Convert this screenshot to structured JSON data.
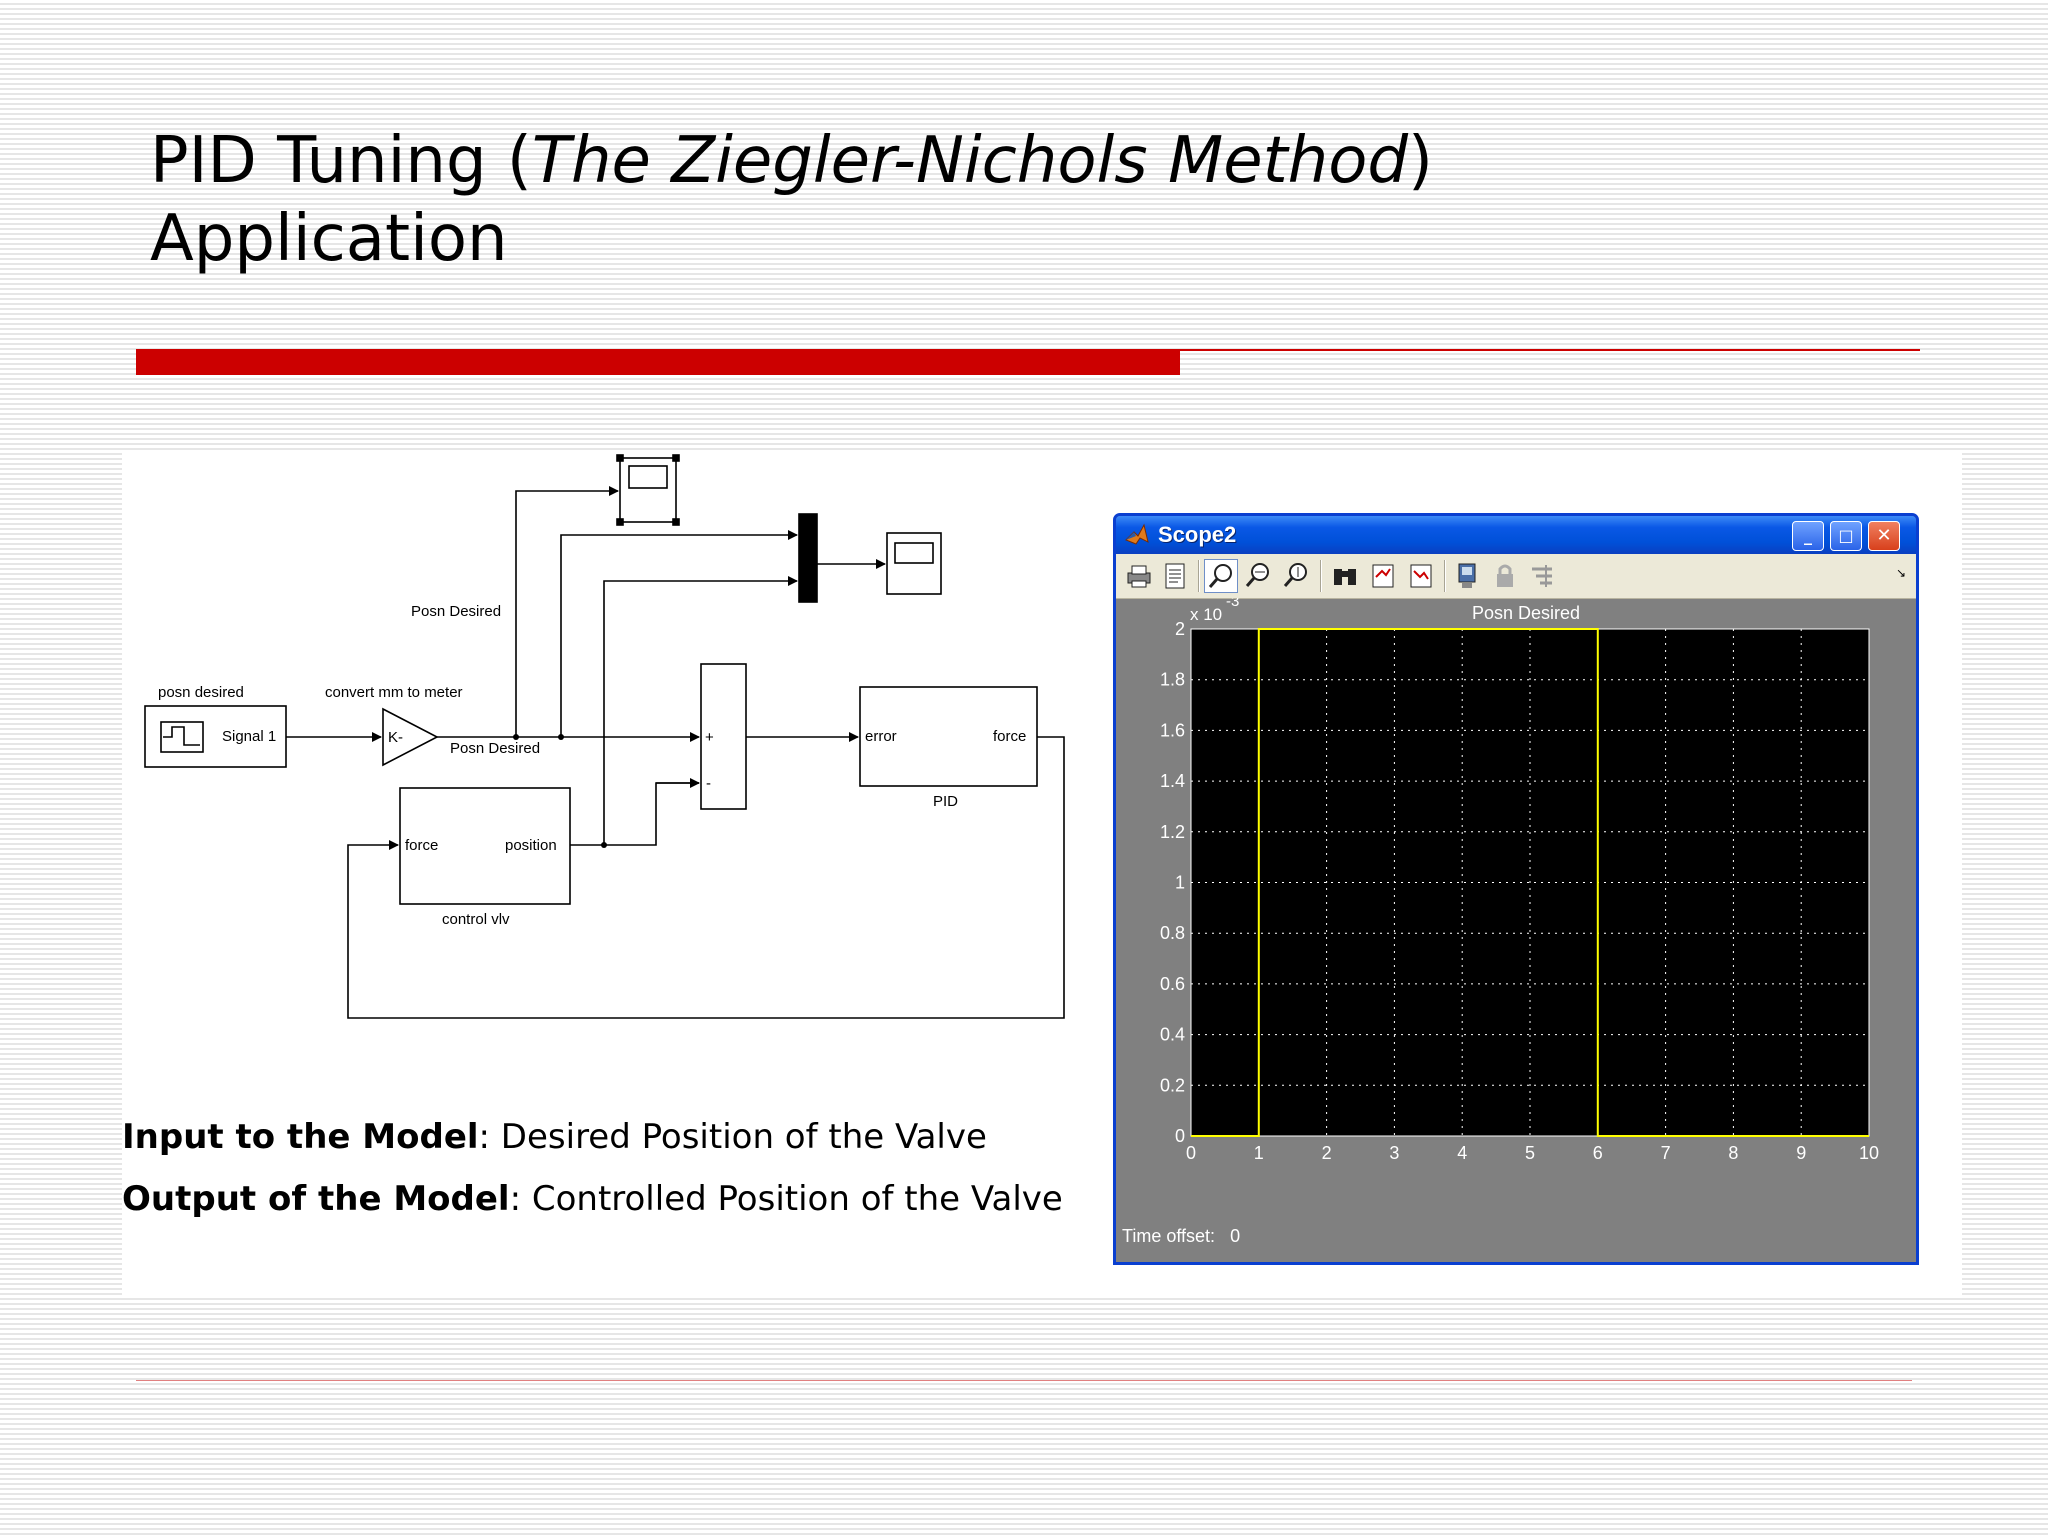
{
  "slide": {
    "title_prefix": "PID Tuning (",
    "title_italic": "The Ziegler-Nichols Method",
    "title_suffix": ")",
    "title_line2": "Application",
    "input_label": "Input to the Model",
    "input_text": ": Desired Position of the Valve",
    "output_label": "Output of the Model",
    "output_text": ": Controlled Position of the Valve"
  },
  "diagram": {
    "posn_desired_label": "posn desired",
    "signal_block": "Signal 1",
    "gain_label": "convert mm to meter",
    "gain_text": "K-",
    "posn_desired_upper": "Posn Desired",
    "posn_desired_lower": "Posn Desired",
    "sum_plus": "+",
    "sum_minus": "-",
    "pid_in": "error",
    "pid_out": "force",
    "pid_name": "PID",
    "plant_in": "force",
    "plant_out": "position",
    "plant_name": "control vlv"
  },
  "scope_window": {
    "title": "Scope2",
    "minimize": "_",
    "maximize": "□",
    "close": "✕",
    "toolbar_icons": [
      "print-icon",
      "parameters-icon",
      "zoom-icon",
      "zoom-x-icon",
      "zoom-y-icon",
      "autoscale-binoculars-icon",
      "save-axes-icon",
      "restore-axes-icon",
      "floating-scope-icon",
      "lock-icon",
      "signal-selection-icon"
    ],
    "time_offset_label": "Time offset:",
    "time_offset_value": "0"
  },
  "chart_data": {
    "type": "line",
    "title": "Posn Desired",
    "y_multiplier": "x 10",
    "y_exponent": "-3",
    "xlim": [
      0,
      10
    ],
    "ylim": [
      0,
      2
    ],
    "xticks": [
      "0",
      "1",
      "2",
      "3",
      "4",
      "5",
      "6",
      "7",
      "8",
      "9",
      "10"
    ],
    "yticks": [
      "0",
      "0.2",
      "0.4",
      "0.6",
      "0.8",
      "1",
      "1.2",
      "1.4",
      "1.6",
      "1.8",
      "2"
    ],
    "grid": true,
    "series": [
      {
        "color": "#ffff00",
        "x": [
          0,
          1,
          1,
          6,
          6,
          10
        ],
        "y": [
          0,
          0,
          2,
          2,
          0,
          0
        ]
      }
    ]
  },
  "colors": {
    "accent_red": "#cc0000",
    "scope_background": "#000000",
    "scope_frame": "#808080",
    "trace_yellow": "#ffff00",
    "xp_blue": "#0a58e6"
  }
}
